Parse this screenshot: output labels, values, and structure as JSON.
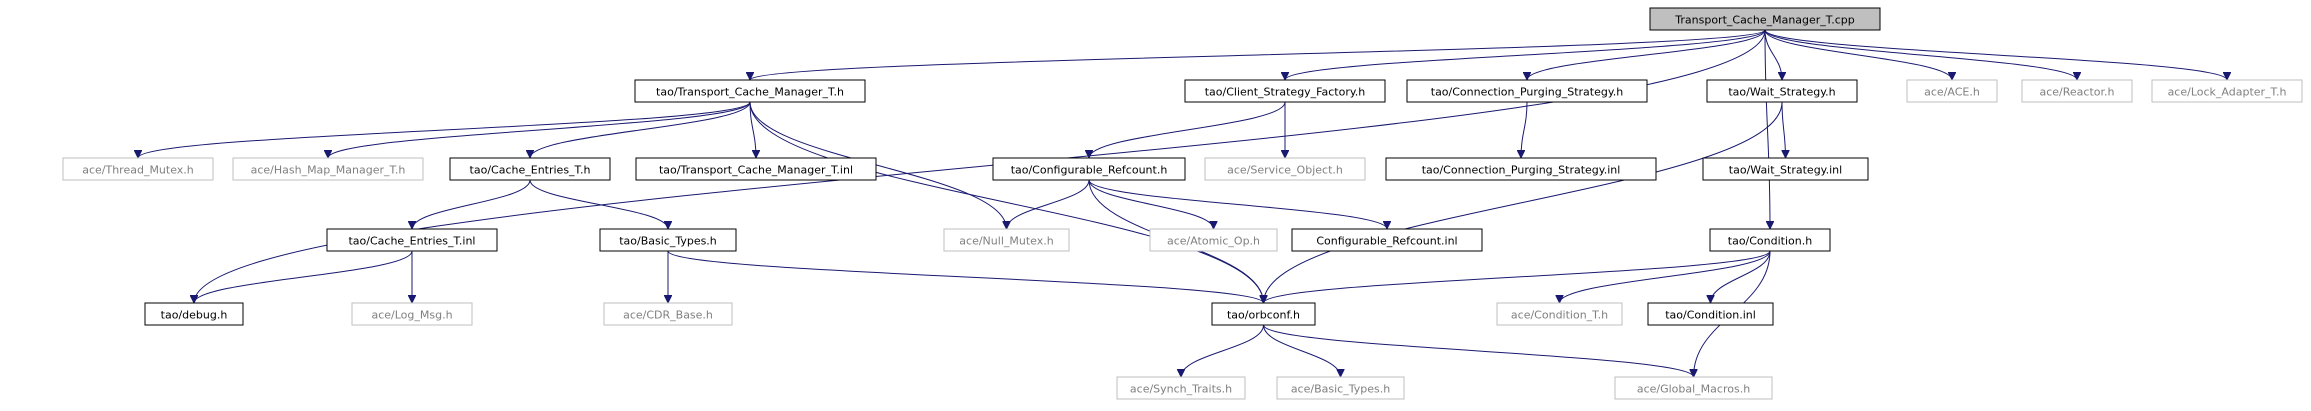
{
  "diagram": {
    "nodes": [
      {
        "id": "root",
        "label": "Transport_Cache_Manager_T.cpp",
        "kind": "root"
      },
      {
        "id": "tcm_h",
        "label": "tao/Transport_Cache_Manager_T.h",
        "kind": "local"
      },
      {
        "id": "csf",
        "label": "tao/Client_Strategy_Factory.h",
        "kind": "local"
      },
      {
        "id": "cps",
        "label": "tao/Connection_Purging_Strategy.h",
        "kind": "local"
      },
      {
        "id": "ws",
        "label": "tao/Wait_Strategy.h",
        "kind": "local"
      },
      {
        "id": "ace_ace",
        "label": "ace/ACE.h",
        "kind": "external"
      },
      {
        "id": "ace_reactor",
        "label": "ace/Reactor.h",
        "kind": "external"
      },
      {
        "id": "ace_lock",
        "label": "ace/Lock_Adapter_T.h",
        "kind": "external"
      },
      {
        "id": "thread_mutex",
        "label": "ace/Thread_Mutex.h",
        "kind": "external"
      },
      {
        "id": "hash_map",
        "label": "ace/Hash_Map_Manager_T.h",
        "kind": "external"
      },
      {
        "id": "cache_entries_h",
        "label": "tao/Cache_Entries_T.h",
        "kind": "local"
      },
      {
        "id": "tcm_inl",
        "label": "tao/Transport_Cache_Manager_T.inl",
        "kind": "local"
      },
      {
        "id": "conf_ref",
        "label": "tao/Configurable_Refcount.h",
        "kind": "local"
      },
      {
        "id": "service_obj",
        "label": "ace/Service_Object.h",
        "kind": "external"
      },
      {
        "id": "cps_inl",
        "label": "tao/Connection_Purging_Strategy.inl",
        "kind": "local"
      },
      {
        "id": "ws_inl",
        "label": "tao/Wait_Strategy.inl",
        "kind": "local"
      },
      {
        "id": "cache_entries_inl",
        "label": "tao/Cache_Entries_T.inl",
        "kind": "local"
      },
      {
        "id": "basic_types_tao",
        "label": "tao/Basic_Types.h",
        "kind": "local"
      },
      {
        "id": "null_mutex",
        "label": "ace/Null_Mutex.h",
        "kind": "external"
      },
      {
        "id": "atomic_op",
        "label": "ace/Atomic_Op.h",
        "kind": "external"
      },
      {
        "id": "conf_ref_inl",
        "label": "Configurable_Refcount.inl",
        "kind": "local"
      },
      {
        "id": "condition_h",
        "label": "tao/Condition.h",
        "kind": "local"
      },
      {
        "id": "debug",
        "label": "tao/debug.h",
        "kind": "local"
      },
      {
        "id": "log_msg",
        "label": "ace/Log_Msg.h",
        "kind": "external"
      },
      {
        "id": "cdr_base",
        "label": "ace/CDR_Base.h",
        "kind": "external"
      },
      {
        "id": "orbconf",
        "label": "tao/orbconf.h",
        "kind": "local"
      },
      {
        "id": "cond_t",
        "label": "ace/Condition_T.h",
        "kind": "external"
      },
      {
        "id": "cond_inl",
        "label": "tao/Condition.inl",
        "kind": "local"
      },
      {
        "id": "synch_traits",
        "label": "ace/Synch_Traits.h",
        "kind": "external"
      },
      {
        "id": "basic_types_ace",
        "label": "ace/Basic_Types.h",
        "kind": "external"
      },
      {
        "id": "global_macros",
        "label": "ace/Global_Macros.h",
        "kind": "external"
      }
    ],
    "edges": [
      [
        "root",
        "tcm_h"
      ],
      [
        "root",
        "csf"
      ],
      [
        "root",
        "cps"
      ],
      [
        "root",
        "ws"
      ],
      [
        "root",
        "ace_ace"
      ],
      [
        "root",
        "ace_reactor"
      ],
      [
        "root",
        "ace_lock"
      ],
      [
        "root",
        "debug"
      ],
      [
        "root",
        "condition_h"
      ],
      [
        "tcm_h",
        "thread_mutex"
      ],
      [
        "tcm_h",
        "hash_map"
      ],
      [
        "tcm_h",
        "cache_entries_h"
      ],
      [
        "tcm_h",
        "tcm_inl"
      ],
      [
        "tcm_h",
        "null_mutex"
      ],
      [
        "tcm_h",
        "orbconf"
      ],
      [
        "csf",
        "conf_ref"
      ],
      [
        "csf",
        "service_obj"
      ],
      [
        "cps",
        "cps_inl"
      ],
      [
        "ws",
        "ws_inl"
      ],
      [
        "ws",
        "orbconf"
      ],
      [
        "cache_entries_h",
        "cache_entries_inl"
      ],
      [
        "cache_entries_h",
        "basic_types_tao"
      ],
      [
        "conf_ref",
        "null_mutex"
      ],
      [
        "conf_ref",
        "atomic_op"
      ],
      [
        "conf_ref",
        "conf_ref_inl"
      ],
      [
        "conf_ref",
        "orbconf"
      ],
      [
        "cache_entries_inl",
        "debug"
      ],
      [
        "cache_entries_inl",
        "log_msg"
      ],
      [
        "basic_types_tao",
        "cdr_base"
      ],
      [
        "basic_types_tao",
        "orbconf"
      ],
      [
        "condition_h",
        "cond_t"
      ],
      [
        "condition_h",
        "cond_inl"
      ],
      [
        "condition_h",
        "orbconf"
      ],
      [
        "condition_h",
        "global_macros"
      ],
      [
        "orbconf",
        "synch_traits"
      ],
      [
        "orbconf",
        "basic_types_ace"
      ],
      [
        "orbconf",
        "global_macros"
      ]
    ]
  }
}
